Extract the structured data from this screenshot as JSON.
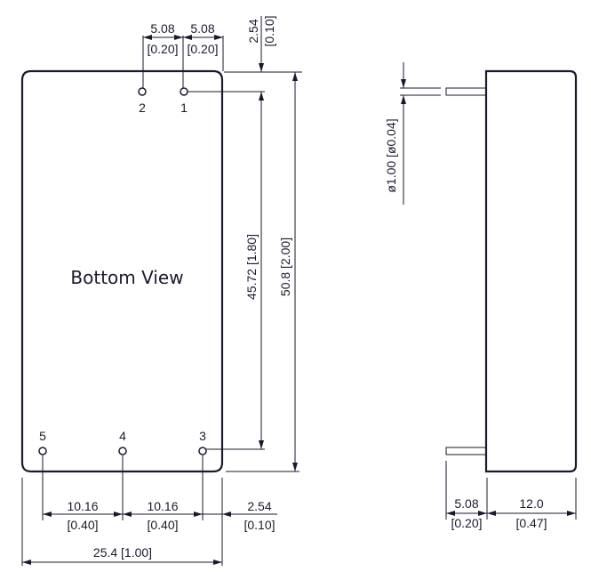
{
  "bottom_view": {
    "title": "Bottom View",
    "pins": [
      "1",
      "2",
      "3",
      "4",
      "5"
    ]
  },
  "dimensions": {
    "pin_pitch_top_a": {
      "mm": "5.08",
      "in": "[0.20]"
    },
    "pin_pitch_top_b": {
      "mm": "5.08",
      "in": "[0.20]"
    },
    "top_offset": {
      "mm": "2.54",
      "in": "[0.10]"
    },
    "pin_row_spacing": "45.72 [1.80]",
    "length": "50.8 [2.00]",
    "pin_pitch_bottom_a": {
      "mm": "10.16",
      "in": "[0.40]"
    },
    "pin_pitch_bottom_b": {
      "mm": "10.16",
      "in": "[0.40]"
    },
    "side_offset": {
      "mm": "2.54",
      "in": "[0.10]"
    },
    "width": "25.4 [1.00]",
    "pin_diameter": "ø1.00 [ø0.04]",
    "pin_length": {
      "mm": "5.08",
      "in": "[0.20]"
    },
    "height": {
      "mm": "12.0",
      "in": "[0.47]"
    }
  }
}
